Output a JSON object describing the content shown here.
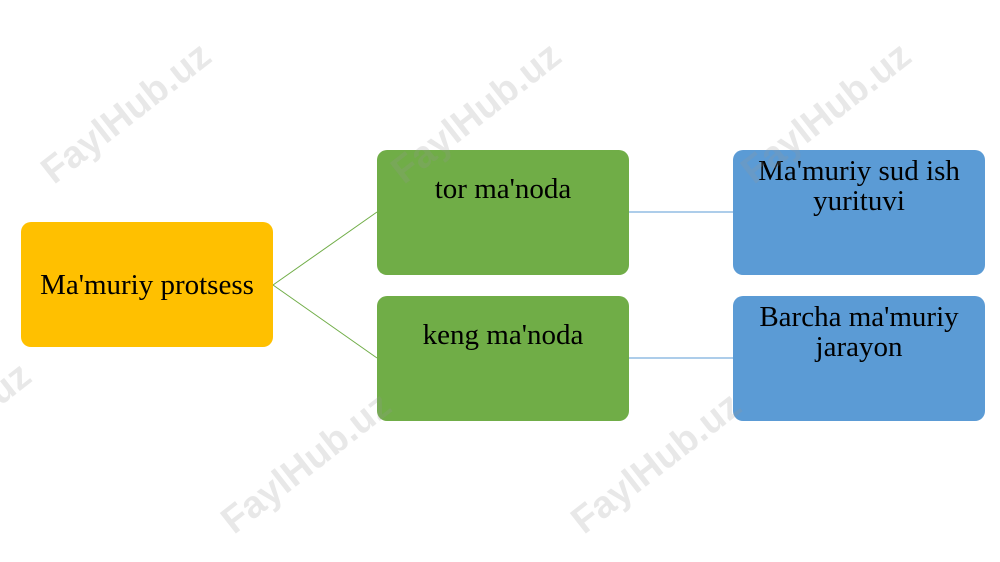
{
  "diagram": {
    "root": {
      "label": "Ma'muriy protsess"
    },
    "branches": [
      {
        "label": "tor ma'noda",
        "leaf": {
          "lines": [
            "Ma'muriy sud ish",
            "yurituvi"
          ]
        }
      },
      {
        "label": "keng ma'noda",
        "leaf": {
          "lines": [
            "Barcha ma'muriy",
            "jarayon"
          ]
        }
      }
    ]
  },
  "watermark": {
    "text": "FaylHub.uz"
  },
  "colors": {
    "root_fill": "#ffc000",
    "branch_fill": "#70ad47",
    "leaf_fill": "#5b9bd5",
    "root_to_branch_line": "#70ad47",
    "branch_to_leaf_line": "#5b9bd5"
  }
}
